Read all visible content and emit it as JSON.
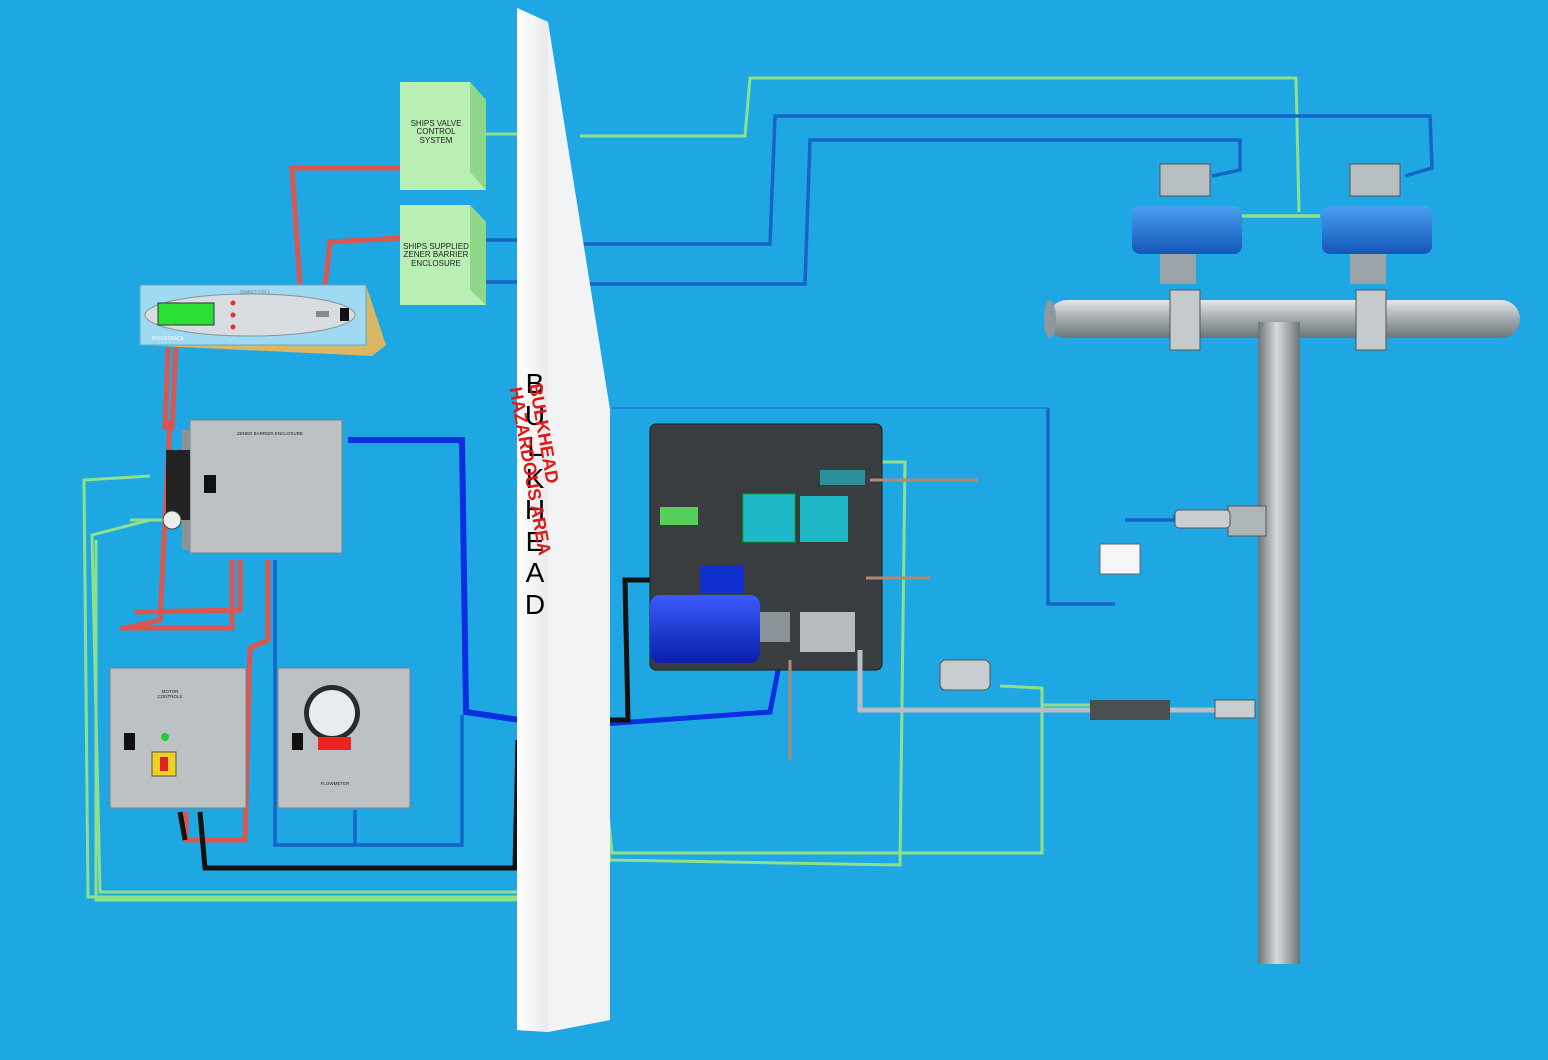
{
  "labels": {
    "valve_control": "SHIPS VALVE CONTROL SYSTEM",
    "zener_enclosure": "SHIPS SUPPLIED ZENER BARRIER ENCLOSURE",
    "bulkhead_vertical": "BULKHEAD",
    "bulkhead_red": "BULKHEAD",
    "hazardous_area": "HAZARDOUS AREA",
    "controller_brand": "RIVERTRACE",
    "controller_model": "SMART CELL",
    "zener_module_label": "ZENER BARRIER ENCLOSURE",
    "motor_controls": "MOTOR CONTROLS",
    "flowmeter_controls": "FLOWMETER"
  },
  "colors": {
    "background": "#1fa7e3",
    "cable_green": "#8fe08a",
    "cable_blue": "#1565c8",
    "cable_dark_blue": "#0d34c8",
    "cable_red": "#d9574f",
    "cable_black": "#111111",
    "pipe_steel": "#b9bfc3",
    "bulkhead_text_red": "#e01818"
  },
  "icons": {
    "warning": "warning-triangle-icon",
    "motor": "electric-motor-icon",
    "valve": "actuated-valve-icon"
  }
}
